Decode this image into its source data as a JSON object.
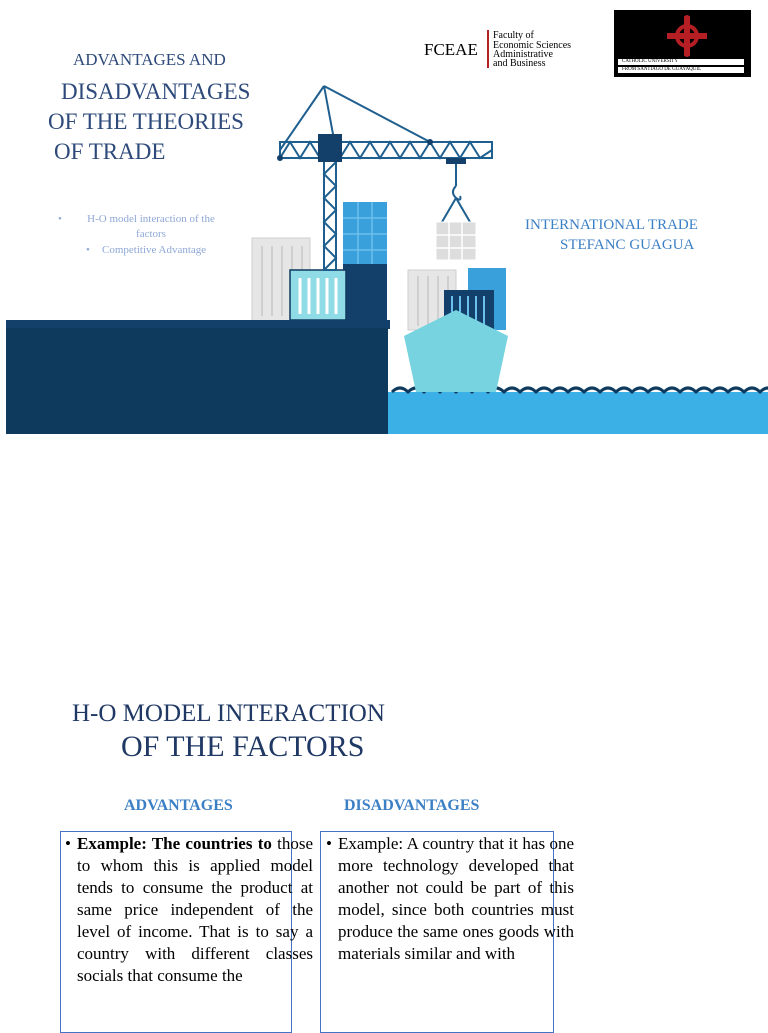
{
  "slide1": {
    "title_lines": [
      "ADVANTAGES AND",
      "DISADVANTAGES",
      "OF THE THEORIES",
      "OF TRADE"
    ],
    "bullets": [
      "H-O model interaction of the factors",
      "Competitive Advantage"
    ],
    "course": "INTERNATIONAL TRADE",
    "author": "STEFANC GUAGUA",
    "faculty_short": "FCEAE",
    "faculty_lines": [
      "Faculty of",
      "Economic Sciences",
      "Administrative",
      "and Business"
    ],
    "university_lines": [
      "CATHOLIC UNIVERSITY",
      "FROM SANTIAGO DE GUAYAQUIL"
    ],
    "colors": {
      "dock": "#0e3a5e",
      "sea": "#3bb0e6",
      "crane": "#1f5f8f",
      "ship": "#76d3df"
    }
  },
  "slide2": {
    "heading_line1": "H-O MODEL INTERACTION",
    "heading_line2": "OF THE FACTORS",
    "advantages_label": "ADVANTAGES",
    "disadvantages_label": "DISADVANTAGES",
    "advantages_lead": "Example: The countries to",
    "advantages_body": "those to whom this is applied model tends to consume the product at same price independent of the level of income. That is to say a country with different classes socials that consume the",
    "disadvantages_body": "Example: A country that it has one more technology developed that another not could be part of this model, since both countries must produce the same ones goods with materials similar and with"
  }
}
